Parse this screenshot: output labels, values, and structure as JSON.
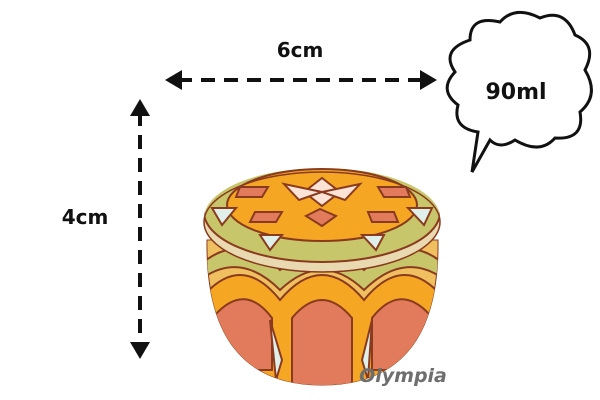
{
  "dimensions": {
    "width_label": "6cm",
    "height_label": "4cm"
  },
  "bubble": {
    "volume_label": "90ml"
  },
  "watermark": {
    "text": "Olympia"
  },
  "colors": {
    "orange": "#f5a623",
    "coral": "#e27a5c",
    "olive": "#c8c66a",
    "mint": "#dff0ea",
    "outline": "#8a3b1f"
  }
}
